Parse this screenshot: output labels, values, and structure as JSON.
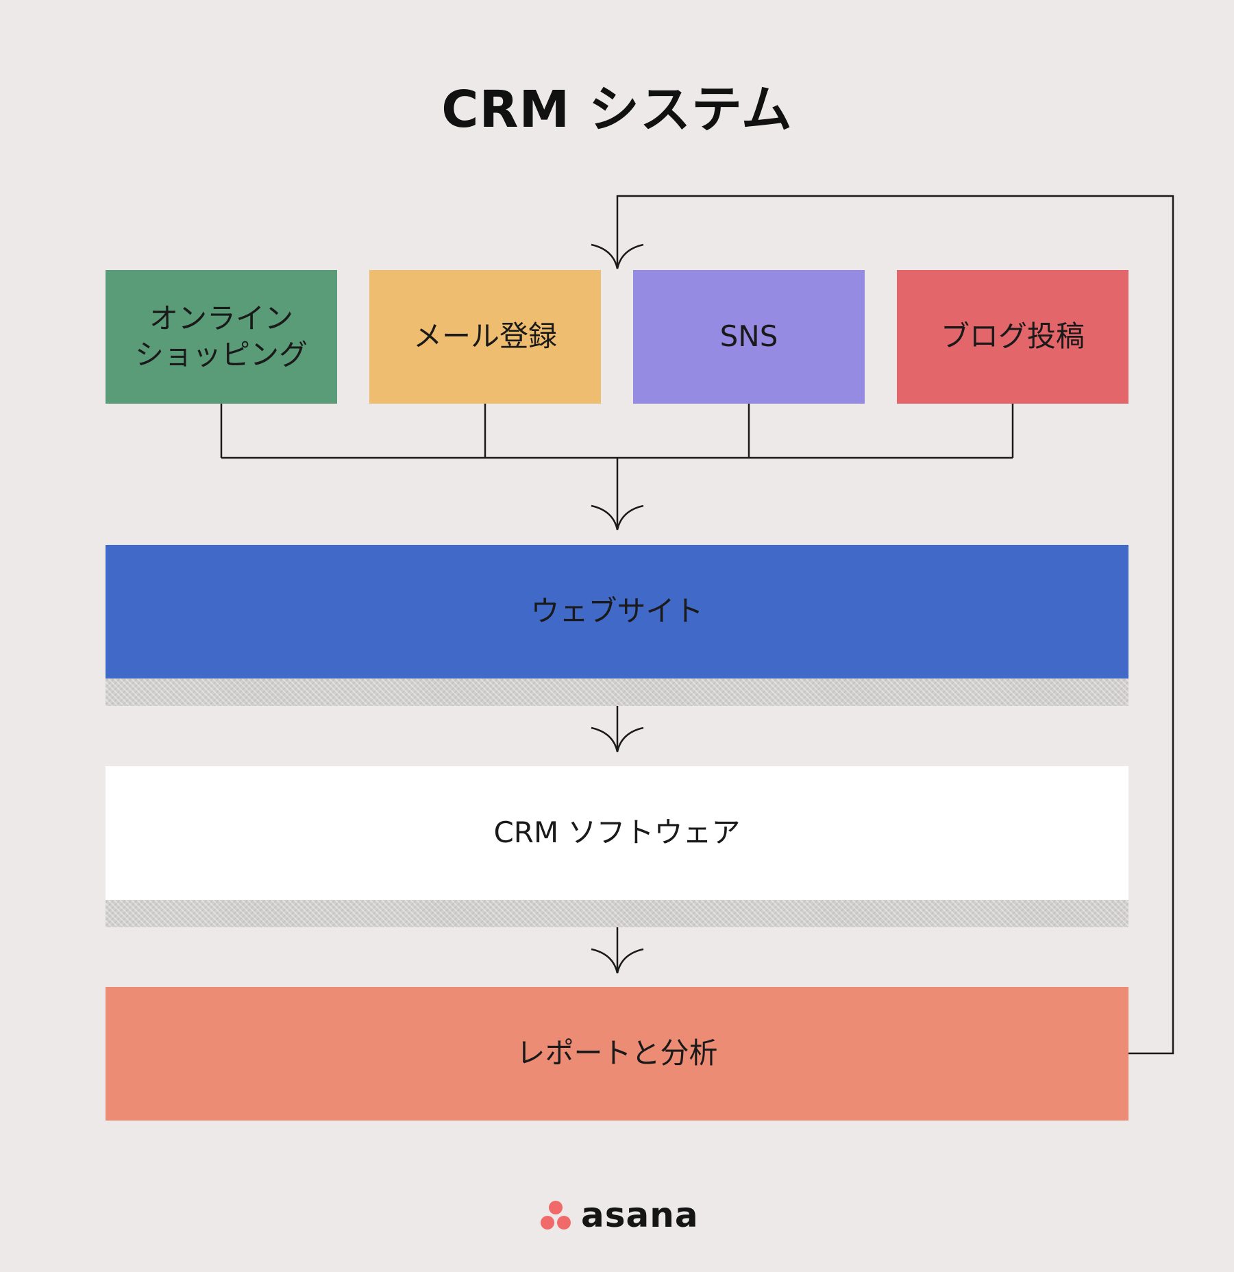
{
  "title": "CRM システム",
  "sources": [
    {
      "label": "オンライン\nショッピング",
      "color": "#5a9b78"
    },
    {
      "label": "メール登録",
      "color": "#efbd6f"
    },
    {
      "label": "SNS",
      "color": "#958be2"
    },
    {
      "label": "ブログ投稿",
      "color": "#e3666a"
    }
  ],
  "website": {
    "label": "ウェブサイト",
    "color": "#4169c8"
  },
  "crm_software": {
    "label": "CRM ソフトウェア",
    "color": "#ffffff"
  },
  "reports": {
    "label": "レポートと分析",
    "color": "#ec8c74"
  },
  "logo": {
    "text": "asana",
    "dot_color": "#f06a6a"
  }
}
